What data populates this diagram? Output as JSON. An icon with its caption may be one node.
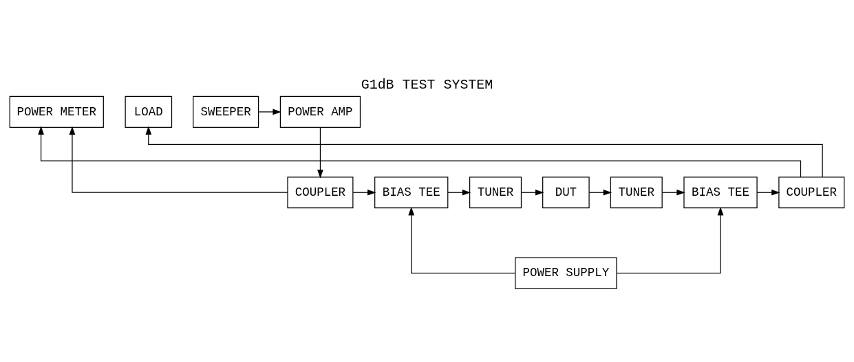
{
  "diagram": {
    "title": "G1dB TEST SYSTEM",
    "nodes": [
      {
        "text": [
          "POWER AMP"
        ]
      },
      {
        "text": [
          "SWEEPER"
        ]
      },
      {
        "text": [
          "LOAD"
        ]
      },
      {
        "text": [
          "POWER METER"
        ]
      },
      {
        "text": [
          "COUPLER"
        ]
      },
      {
        "text": [
          "BIAS TEE"
        ]
      },
      {
        "text": [
          "TUNER"
        ]
      },
      {
        "text": [
          "DUT"
        ]
      },
      {
        "text": [
          "TUNER"
        ]
      },
      {
        "text": [
          "BIAS TEE"
        ]
      },
      {
        "text": [
          "COUPLER"
        ]
      },
      {
        "text": [
          "POWER SUPPLY"
        ]
      }
    ],
    "edges": [
      {
        "from": 1,
        "to": 0,
        "arrow": "to"
      },
      {
        "from": 0,
        "to": 4,
        "arrow": "to"
      },
      {
        "from": 4,
        "to": 3,
        "arrow": "to"
      },
      {
        "from": 10,
        "to": 3,
        "arrow": "to"
      },
      {
        "from": 10,
        "to": 2,
        "arrow": "to"
      },
      {
        "from": 4,
        "to": 5,
        "arrow": "to"
      },
      {
        "from": 5,
        "to": 6,
        "arrow": "to"
      },
      {
        "from": 6,
        "to": 7,
        "arrow": "to"
      },
      {
        "from": 7,
        "to": 8,
        "arrow": "to"
      },
      {
        "from": 8,
        "to": 9,
        "arrow": "to"
      },
      {
        "from": 9,
        "to": 10,
        "arrow": "to"
      },
      {
        "from": 11,
        "to": 5,
        "arrow": "to"
      },
      {
        "from": 11,
        "to": 9,
        "arrow": "to"
      }
    ]
  }
}
